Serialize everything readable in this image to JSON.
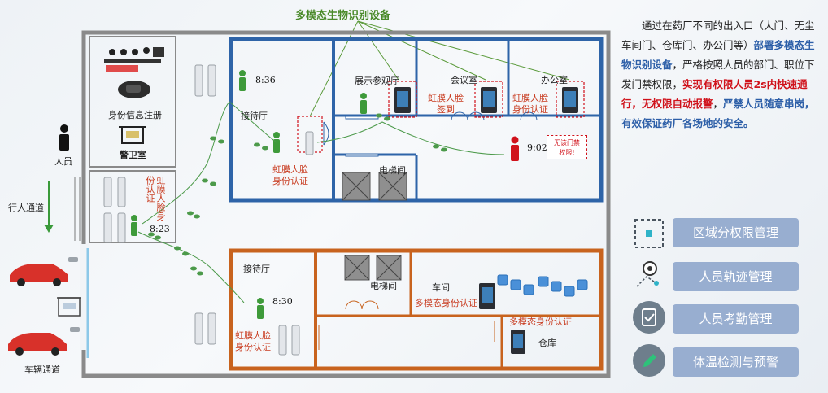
{
  "title": "多模态生物识别设备",
  "labels": {
    "person": "人员",
    "pedestrian_lane": "行人通道",
    "vehicle_lane": "车辆通道",
    "id_register": "身份信息注册",
    "guard_room": "警卫室",
    "gate_vertical": "虹膜人脸身份认证",
    "reception_top": "接待厅",
    "reception_bottom": "接待厅",
    "exhibition": "展示参观厅",
    "meeting": "会议室",
    "office": "办公室",
    "elevator_top": "电梯间",
    "elevator_bottom": "电梯间",
    "workshop": "车间",
    "warehouse": "仓库",
    "iris_auth_1": "虹膜人脸",
    "iris_auth_2": "身份认证",
    "sign_in_1": "虹膜人脸",
    "sign_in_2": "签到",
    "office_auth_1": "虹膜人脸",
    "office_auth_2": "身份认证",
    "bottom_auth_1": "虹膜人脸",
    "bottom_auth_2": "身份认证",
    "multimodal_workshop": "多模态身份认证",
    "multimodal_warehouse": "多模态身份认证",
    "alarm_1": "无该门禁",
    "alarm_2": "权限!"
  },
  "times": {
    "t1": "8:36",
    "t2": "8:23",
    "t3": "8:30",
    "t4": "9:02"
  },
  "description": {
    "p1": "通过在药厂不同的出入口（大门、无尘车间门、仓库门、办公门等）",
    "p2": "部署多模态生物识别设备",
    "p3": "，严格按照人员的部门、职位下发门禁权限，",
    "p4": "实现有权限人员2s内快速通行，无权限自动报警",
    "p5": "，",
    "p6": "严禁人员随意串岗，有效保证药厂各场地的安全。"
  },
  "features": [
    {
      "label": "区域分权限管理",
      "icon": "region-icon"
    },
    {
      "label": "人员轨迹管理",
      "icon": "track-icon"
    },
    {
      "label": "人员考勤管理",
      "icon": "clipboard-icon"
    },
    {
      "label": "体温检测与预警",
      "icon": "pen-icon"
    }
  ],
  "colors": {
    "blue_wall": "#2e64a8",
    "orange_wall": "#c8631e",
    "gray_wall": "#8a8a8a",
    "title_green": "#4a8a2a",
    "feature_btn": "#98aed0",
    "feature_icon_bg": "#6e7e8c",
    "alert_red": "#d0121b"
  }
}
